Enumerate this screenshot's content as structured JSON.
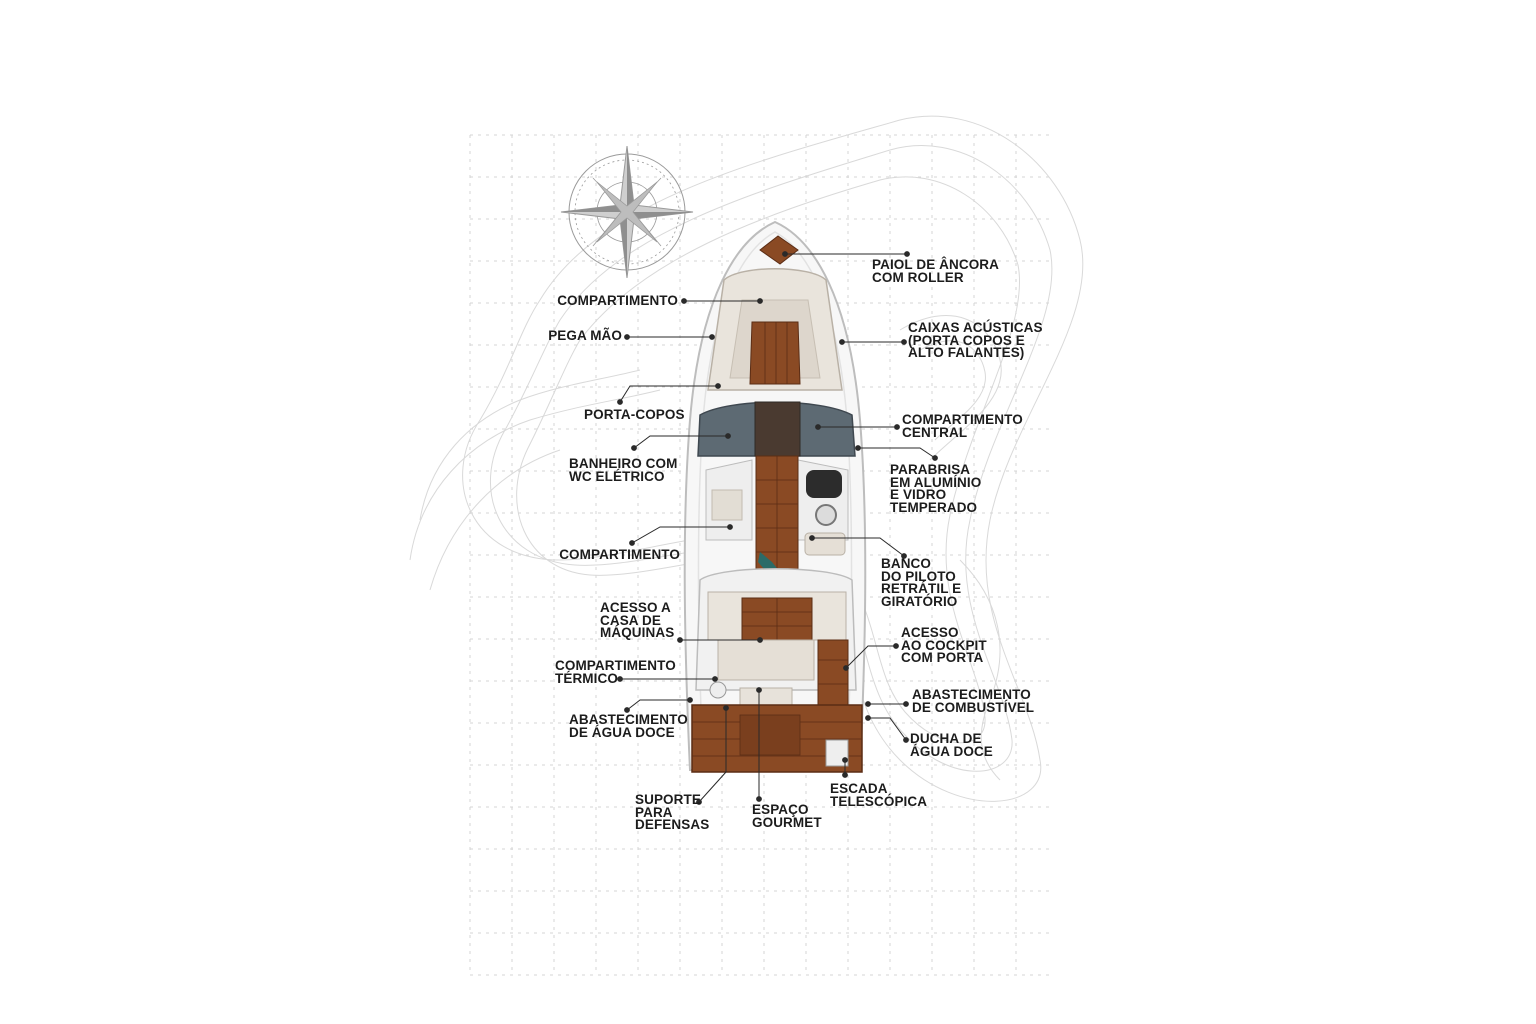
{
  "diagram": {
    "colors": {
      "background": "#ffffff",
      "grid": "#cfcfcf",
      "contour": "#d6d6d6",
      "hull": "#f7f7f7",
      "hull_edge": "#bdbdbd",
      "upholstery": "#ddd6cc",
      "teak": "#8a4a24",
      "teak_dark": "#5b2d15",
      "windshield": "#5d6a73",
      "leader": "#2a2a2a",
      "label_text": "#1c1c1c",
      "compass": "#9a9a9a"
    },
    "icons": [
      "compass-rose-icon"
    ],
    "labels": {
      "paiol": "PAIOL DE ÂNCORA\nCOM ROLLER",
      "compartimento_proa": "COMPARTIMENTO",
      "pega_mao": "PEGA MÃO",
      "caixas_acusticas": "CAIXAS ACÚSTICAS\n(PORTA COPOS E\nALTO FALANTES)",
      "porta_copos": "PORTA-COPOS",
      "compartimento_central": "COMPARTIMENTO\nCENTRAL",
      "banheiro": "BANHEIRO COM\nWC ELÉTRICO",
      "parabrisa": "PARABRISA\nEM ALUMÍNIO\nE VIDRO\nTEMPERADO",
      "compartimento_meio": "COMPARTIMENTO",
      "banco_piloto": "BANCO\nDO PILOTO\nRETRÁTIL E\nGIRATÓRIO",
      "acesso_maquinas": "ACESSO A\nCASA DE\nMÁQUINAS",
      "acesso_cockpit": "ACESSO\nAO COCKPIT\nCOM PORTA",
      "compartimento_termico": "COMPARTIMENTO\nTÉRMICO",
      "abastecimento_combustivel": "ABASTECIMENTO\nDE COMBUSTÍVEL",
      "abastecimento_agua": "ABASTECIMENTO\nDE ÁGUA DOCE",
      "ducha": "DUCHA DE\nÁGUA DOCE",
      "escada": "ESCADA\nTELESCÓPICA",
      "suporte_defensas": "SUPORTE\nPARA\nDEFENSAS",
      "espaco_gourmet": "ESPAÇO\nGOURMET"
    }
  }
}
